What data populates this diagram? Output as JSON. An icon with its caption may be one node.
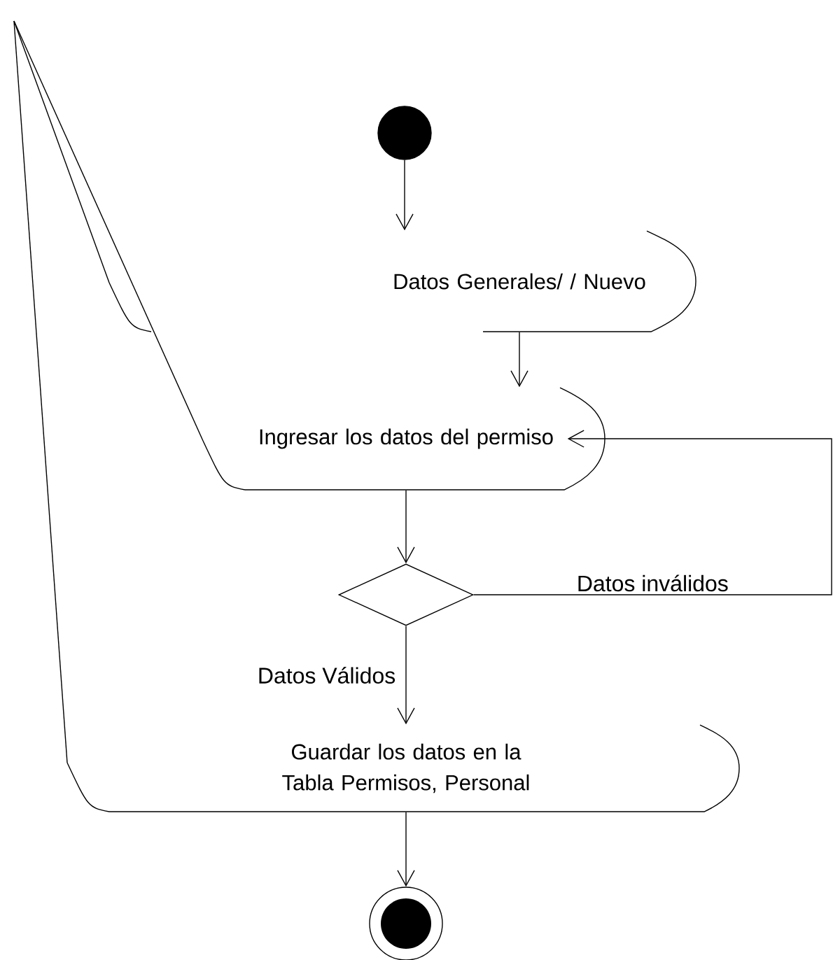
{
  "diagram": {
    "nodes": [
      {
        "text": [],
        "shape": "circle"
      },
      {
        "text": [
          "Datos Generales/ / Nuevo"
        ]
      },
      {
        "text": [
          "Ingresar los datos del permiso"
        ]
      },
      {
        "text": [],
        "shape": "diamond"
      },
      {
        "text": [
          "Guardar los datos en la Tabla Permisos, Personal"
        ]
      },
      {
        "text": [],
        "shape": "circle"
      }
    ],
    "edges": [
      {
        "from": 0,
        "to": 1,
        "arrow": "to"
      },
      {
        "from": 1,
        "to": 2,
        "arrow": "to"
      },
      {
        "from": 2,
        "to": 3,
        "arrow": "to"
      },
      {
        "from": 3,
        "to": 4,
        "arrow": "to",
        "label": "Datos Válidos"
      },
      {
        "from": 4,
        "to": 5,
        "arrow": "to"
      },
      {
        "from": 3,
        "to": 2,
        "arrow": "to",
        "label": "Datos inválidos"
      }
    ]
  }
}
